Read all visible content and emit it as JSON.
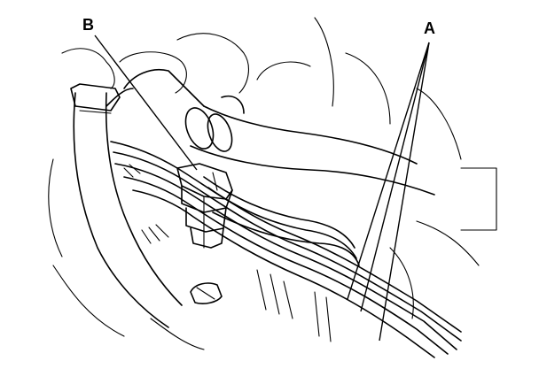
{
  "diagram": {
    "callouts": [
      {
        "id": "B",
        "label": "B"
      },
      {
        "id": "A",
        "label": "A"
      }
    ]
  }
}
